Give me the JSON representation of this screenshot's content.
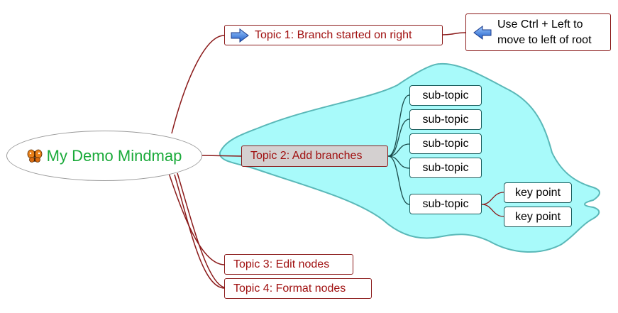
{
  "root": {
    "label": "My Demo Mindmap",
    "icon": "butterfly-icon",
    "text_color": "#1aaa3a"
  },
  "topics": {
    "topic1": {
      "label": "Topic 1: Branch started on right",
      "icon": "arrow-right-icon"
    },
    "topic2": {
      "label": "Topic 2: Add branches",
      "fill": "#d4d0d0"
    },
    "topic3": {
      "label": "Topic 3: Edit nodes"
    },
    "topic4": {
      "label": "Topic 4: Format nodes"
    }
  },
  "note": {
    "line1": "Use Ctrl + Left to",
    "line2": "move to left of root",
    "icon": "arrow-left-icon"
  },
  "subtopics": [
    {
      "label": "sub-topic"
    },
    {
      "label": "sub-topic"
    },
    {
      "label": "sub-topic"
    },
    {
      "label": "sub-topic"
    },
    {
      "label": "sub-topic"
    }
  ],
  "keypoints": [
    {
      "label": "key point"
    },
    {
      "label": "key point"
    }
  ],
  "colors": {
    "branch_line": "#8b1a1a",
    "sub_line": "#1a4a4a",
    "boundary_fill": "#a8fafa",
    "boundary_stroke": "#5ab8b8",
    "topic_text": "#a01010"
  }
}
